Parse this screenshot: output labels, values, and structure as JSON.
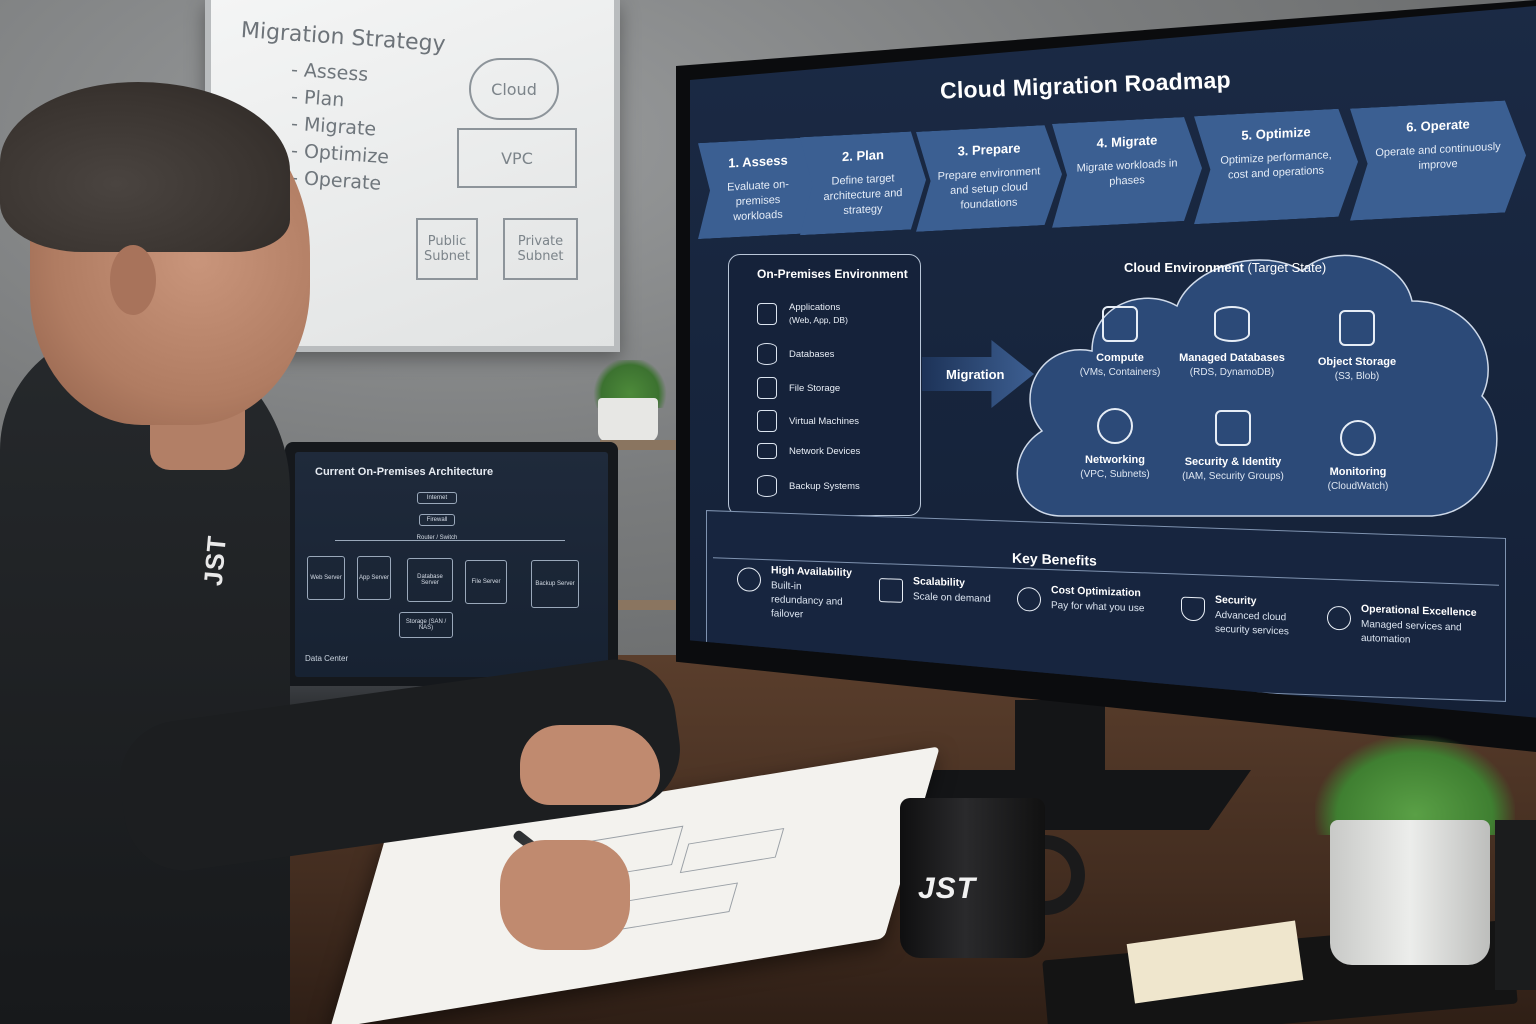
{
  "whiteboard": {
    "title": "Migration Strategy",
    "items": [
      "- Assess",
      "- Plan",
      "- Migrate",
      "- Optimize",
      "- Operate"
    ],
    "cloud": "Cloud",
    "vpc": "VPC",
    "public_subnet": "Public Subnet",
    "private_subnet": "Private Subnet"
  },
  "monitor": {
    "title": "Cloud Migration Roadmap",
    "steps": [
      {
        "title": "1. Assess",
        "desc": "Evaluate on-premises workloads"
      },
      {
        "title": "2. Plan",
        "desc": "Define target architecture and strategy"
      },
      {
        "title": "3. Prepare",
        "desc": "Prepare environment and setup cloud foundations"
      },
      {
        "title": "4. Migrate",
        "desc": "Migrate workloads in phases"
      },
      {
        "title": "5. Optimize",
        "desc": "Optimize performance, cost and operations"
      },
      {
        "title": "6. Operate",
        "desc": "Operate and continuously improve"
      }
    ],
    "onprem": {
      "title": "On-Premises Environment",
      "items": [
        {
          "label": "Applications",
          "sub": "(Web, App, DB)",
          "icon": "tablet-icon"
        },
        {
          "label": "Databases",
          "sub": "",
          "icon": "database-icon"
        },
        {
          "label": "File Storage",
          "sub": "",
          "icon": "file-storage-icon"
        },
        {
          "label": "Virtual Machines",
          "sub": "",
          "icon": "vm-icon"
        },
        {
          "label": "Network Devices",
          "sub": "",
          "icon": "network-device-icon"
        },
        {
          "label": "Backup Systems",
          "sub": "",
          "icon": "backup-icon"
        }
      ]
    },
    "migration_label": "Migration",
    "cloud": {
      "title_bold": "Cloud Environment",
      "title_rest": " (Target State)",
      "items": [
        {
          "title": "Compute",
          "sub": "(VMs, Containers)",
          "icon": "monitor-icon"
        },
        {
          "title": "Managed Databases",
          "sub": "(RDS, DynamoDB)",
          "icon": "database-icon"
        },
        {
          "title": "Object Storage",
          "sub": "(S3, Blob)",
          "icon": "folder-icon"
        },
        {
          "title": "Networking",
          "sub": "(VPC, Subnets)",
          "icon": "network-icon"
        },
        {
          "title": "Security & Identity",
          "sub": "(IAM, Security Groups)",
          "icon": "lock-icon"
        },
        {
          "title": "Monitoring",
          "sub": "(CloudWatch)",
          "icon": "cloud-icon"
        }
      ]
    },
    "benefits": {
      "title": "Key Benefits",
      "items": [
        {
          "title": "High Availability",
          "desc": "Built-in redundancy and failover",
          "icon": "availability-icon"
        },
        {
          "title": "Scalability",
          "desc": "Scale on demand",
          "icon": "chart-icon"
        },
        {
          "title": "Cost Optimization",
          "desc": "Pay for what you use",
          "icon": "dollar-icon"
        },
        {
          "title": "Security",
          "desc": "Advanced cloud security services",
          "icon": "shield-icon"
        },
        {
          "title": "Operational Excellence",
          "desc": "Managed services and automation",
          "icon": "gear-icon"
        }
      ]
    }
  },
  "laptop": {
    "title": "Current On-Premises Architecture",
    "internet": "Internet",
    "firewall": "Firewall",
    "router": "Router / Switch",
    "web": "Web Server",
    "app": "App Server",
    "db": "Database Server",
    "file": "File Server",
    "backup": "Backup Server",
    "storage": "Storage (SAN / NAS)",
    "footer": "Data Center"
  },
  "branding": {
    "jacket_logo": "JST",
    "mug_logo": "JST"
  },
  "colors": {
    "screen_bg": "#17253d",
    "step_fill": "#3b5f92",
    "cloud_fill": "#2c4a78"
  }
}
